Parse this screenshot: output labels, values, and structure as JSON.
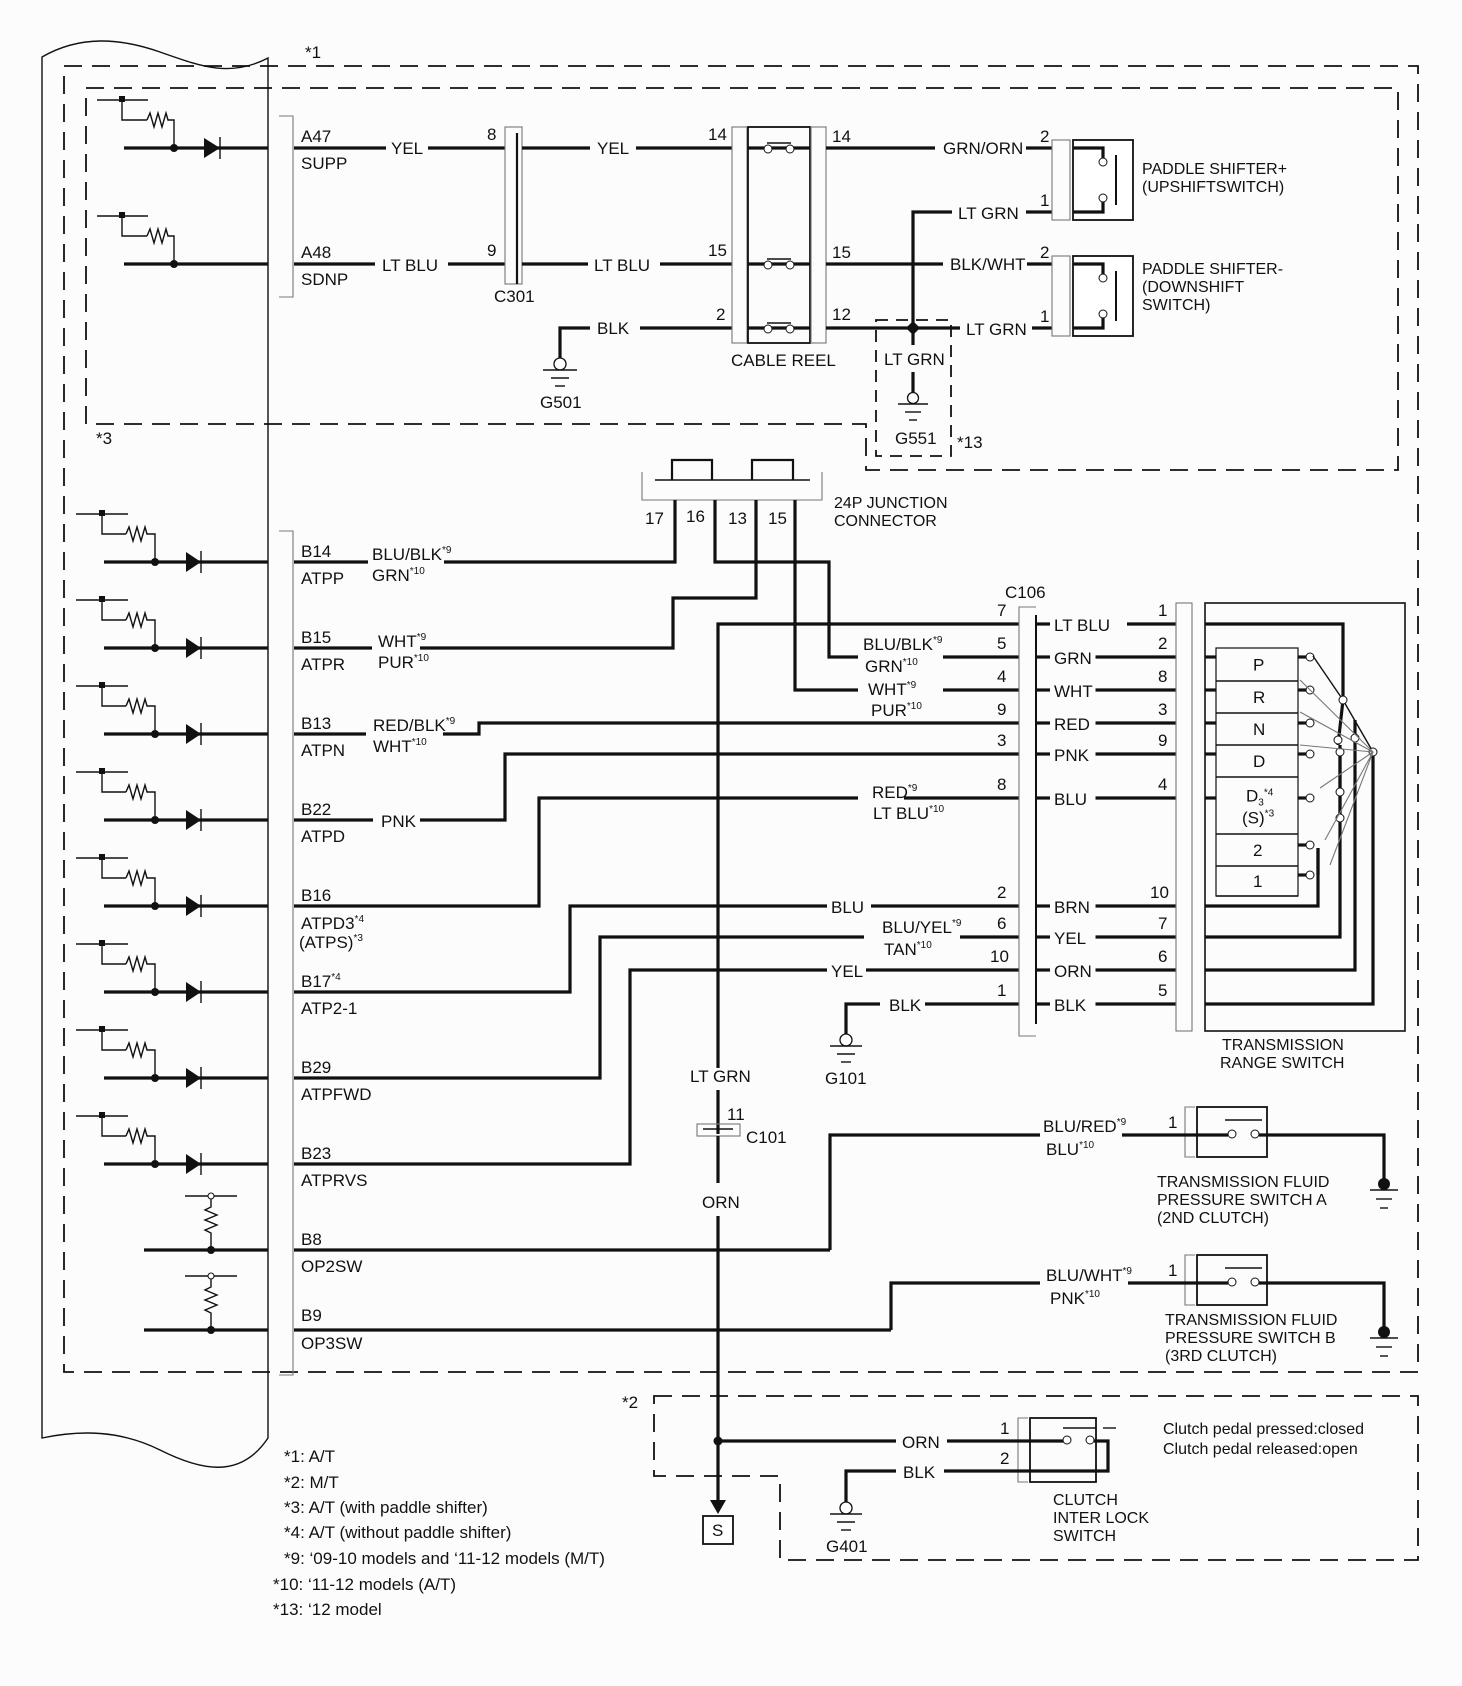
{
  "zones": {
    "at": "*1",
    "mt": "*2",
    "paddle": "*3",
    "g551_note": "*13"
  },
  "ecm": {
    "upper_pins": [
      {
        "pin": "A47",
        "signal": "SUPP",
        "wire": "YEL",
        "diode": true
      },
      {
        "pin": "A48",
        "signal": "SDNP",
        "wire": "LT BLU",
        "diode": false
      }
    ],
    "lower_pins": [
      {
        "pin": "B14",
        "signal": "ATPP",
        "wire9": "BLU/BLK",
        "wire10": "GRN"
      },
      {
        "pin": "B15",
        "signal": "ATPR",
        "wire9": "WHT",
        "wire10": "PUR"
      },
      {
        "pin": "B13",
        "signal": "ATPN",
        "wire9": "RED/BLK",
        "wire10": "WHT"
      },
      {
        "pin": "B22",
        "signal": "ATPD",
        "wire": "PNK"
      },
      {
        "pin": "B16",
        "signal": "ATPD3",
        "signal_note": "*4",
        "signal2": "(ATPS)",
        "signal2_note": "*3"
      },
      {
        "pin": "B17",
        "pin_note": "*4",
        "signal": "ATP2-1"
      },
      {
        "pin": "B29",
        "signal": "ATPFWD"
      },
      {
        "pin": "B23",
        "signal": "ATPRVS"
      },
      {
        "pin": "B8",
        "signal": "OP2SW"
      },
      {
        "pin": "B9",
        "signal": "OP3SW"
      }
    ]
  },
  "c301": {
    "label": "C301",
    "pins": [
      "8",
      "9"
    ],
    "wires": [
      "YEL",
      "LT BLU"
    ]
  },
  "cable_reel": {
    "label": "CABLE REEL",
    "left_pins": [
      "14",
      "15",
      "2"
    ],
    "right_pins": [
      "14",
      "15",
      "12"
    ],
    "left_blk_wire": "BLK"
  },
  "grounds": {
    "g501": "G501",
    "g551": "G551",
    "g551_wire": "LT GRN",
    "g101": "G101",
    "g401": "G401"
  },
  "paddle": {
    "up": {
      "title1": "PADDLE SHIFTER+",
      "title2": "(UPSHIFTSWITCH)",
      "pin2": "2",
      "wire2": "GRN/ORN",
      "pin1": "1",
      "wire1": "LT GRN"
    },
    "down": {
      "title1": "PADDLE SHIFTER-",
      "title2": "(DOWNSHIFT",
      "title3": "SWITCH)",
      "pin2": "2",
      "wire2": "BLK/WHT",
      "pin1": "1",
      "wire1": "LT GRN"
    }
  },
  "junction": {
    "title1": "24P JUNCTION",
    "title2": "CONNECTOR",
    "pins": [
      "17",
      "16",
      "13",
      "15"
    ]
  },
  "c106": {
    "label": "C106",
    "rows": [
      {
        "lpin": "7",
        "rwire": "LT BLU",
        "rpin": "1"
      },
      {
        "lpin": "5",
        "lwire9": "BLU/BLK",
        "lwire10": "GRN",
        "rwire": "GRN",
        "rpin": "2"
      },
      {
        "lpin": "4",
        "lwire9": "WHT",
        "lwire10": "PUR",
        "rwire": "WHT",
        "rpin": "8"
      },
      {
        "lpin": "9",
        "rwire": "RED",
        "rpin": "3"
      },
      {
        "lpin": "3",
        "rwire": "PNK",
        "rpin": "9"
      },
      {
        "lpin": "8",
        "lwire9": "RED",
        "lwire10": "LT BLU",
        "rwire": "BLU",
        "rpin": "4"
      },
      {
        "lpin": "2",
        "lwire": "BLU",
        "rwire": "BRN",
        "rpin": "10"
      },
      {
        "lpin": "6",
        "lwire9": "BLU/YEL",
        "lwire10": "TAN",
        "rwire": "YEL",
        "rpin": "7"
      },
      {
        "lpin": "10",
        "lwire": "YEL",
        "rwire": "ORN",
        "rpin": "6"
      },
      {
        "lpin": "1",
        "lwire": "BLK",
        "rwire": "BLK",
        "rpin": "5"
      }
    ]
  },
  "range_switch": {
    "title1": "TRANSMISSION",
    "title2": "RANGE SWITCH",
    "positions": [
      "P",
      "R",
      "N",
      "D",
      "D3",
      "2",
      "1"
    ],
    "d3_note": "*4",
    "s_label": "(S)",
    "s_note": "*3"
  },
  "c101": {
    "label": "C101",
    "pin": "11",
    "wire_top": "LT GRN",
    "wire_bottom": "ORN"
  },
  "pressure_a": {
    "title1": "TRANSMISSION FLUID",
    "title2": "PRESSURE SWITCH A",
    "title3": "(2ND CLUTCH)",
    "pin": "1",
    "wire9": "BLU/RED",
    "wire10": "BLU"
  },
  "pressure_b": {
    "title1": "TRANSMISSION FLUID",
    "title2": "PRESSURE SWITCH B",
    "title3": "(3RD CLUTCH)",
    "pin": "1",
    "wire9": "BLU/WHT",
    "wire10": "PNK"
  },
  "clutch": {
    "title1": "CLUTCH",
    "title2": "INTER LOCK",
    "title3": "SWITCH",
    "pin1": "1",
    "wire1": "ORN",
    "pin2": "2",
    "wire2": "BLK",
    "note1": "Clutch pedal pressed:closed",
    "note2": "Clutch pedal released:open",
    "s_ref": "S"
  },
  "notes": {
    "n9": "*9",
    "n10": "*10",
    "legend": [
      "*1: A/T",
      "*2: M/T",
      "*3: A/T (with paddle shifter)",
      "*4: A/T (without paddle shifter)",
      "*9: ‘09-10 models and ‘11-12 models (M/T)",
      "*10: ‘11-12 models (A/T)",
      "*13: ‘12 model"
    ]
  }
}
